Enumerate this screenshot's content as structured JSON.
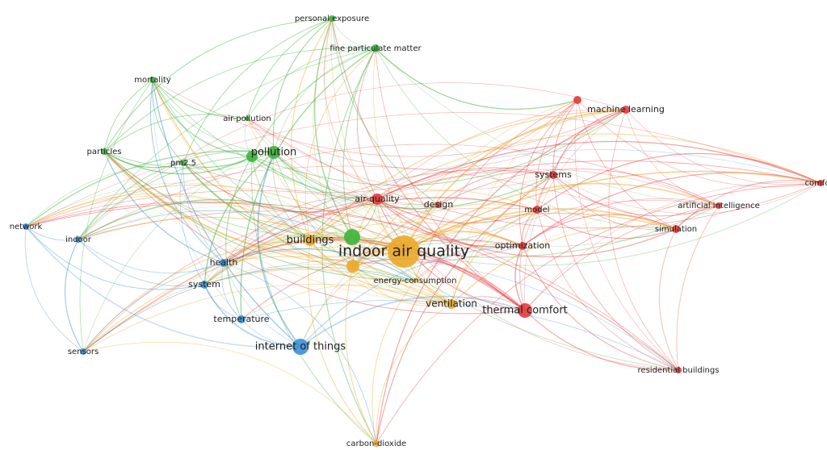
{
  "title": "Keyword co-occurrence network",
  "colors": {
    "green": "#3cb23c",
    "red": "#e03c3c",
    "yellow": "#eaa928",
    "blue": "#3c8fd6"
  },
  "nodes": [
    {
      "id": "personal-exposure",
      "label": "personal exposure",
      "cluster": "green"
    },
    {
      "id": "fine-particulate-matter",
      "label": "fine particulate matter",
      "cluster": "green"
    },
    {
      "id": "mortality",
      "label": "mortality",
      "cluster": "green"
    },
    {
      "id": "air-pollution",
      "label": "air-pollution",
      "cluster": "green"
    },
    {
      "id": "particles",
      "label": "particles",
      "cluster": "green"
    },
    {
      "id": "pm2-5",
      "label": "pm2.5",
      "cluster": "green"
    },
    {
      "id": "pollution",
      "label": "pollution",
      "cluster": "green"
    },
    {
      "id": "green-unlabeled-1",
      "label": "",
      "cluster": "green"
    },
    {
      "id": "green-unlabeled-2",
      "label": "",
      "cluster": "green"
    },
    {
      "id": "red-unlabeled-1",
      "label": "",
      "cluster": "red"
    },
    {
      "id": "machine-learning",
      "label": "machine learning",
      "cluster": "red"
    },
    {
      "id": "systems",
      "label": "systems",
      "cluster": "red"
    },
    {
      "id": "comfort",
      "label": "comfort",
      "cluster": "red"
    },
    {
      "id": "artificial-intelligence",
      "label": "artificial intelligence",
      "cluster": "red"
    },
    {
      "id": "air-quality",
      "label": "air-quality",
      "cluster": "red"
    },
    {
      "id": "design",
      "label": "design",
      "cluster": "red"
    },
    {
      "id": "model",
      "label": "model",
      "cluster": "red"
    },
    {
      "id": "simulation",
      "label": "simulation",
      "cluster": "red"
    },
    {
      "id": "optimization",
      "label": "optimization",
      "cluster": "red"
    },
    {
      "id": "thermal-comfort",
      "label": "thermal comfort",
      "cluster": "red"
    },
    {
      "id": "residential-buildings",
      "label": "residential buildings",
      "cluster": "red"
    },
    {
      "id": "indoor-air-quality",
      "label": "indoor air quality",
      "cluster": "yellow"
    },
    {
      "id": "buildings",
      "label": "buildings",
      "cluster": "yellow"
    },
    {
      "id": "yellow-unlabeled-1",
      "label": "",
      "cluster": "yellow"
    },
    {
      "id": "energy-consumption",
      "label": "energy-consumption",
      "cluster": "yellow"
    },
    {
      "id": "ventilation",
      "label": "ventilation",
      "cluster": "yellow"
    },
    {
      "id": "carbon-dioxide",
      "label": "carbon-dioxide",
      "cluster": "yellow"
    },
    {
      "id": "network",
      "label": "network",
      "cluster": "blue"
    },
    {
      "id": "indoor",
      "label": "indoor",
      "cluster": "blue"
    },
    {
      "id": "health",
      "label": "health",
      "cluster": "blue"
    },
    {
      "id": "system",
      "label": "system",
      "cluster": "blue"
    },
    {
      "id": "temperature",
      "label": "temperature",
      "cluster": "blue"
    },
    {
      "id": "internet-of-things",
      "label": "internet of things",
      "cluster": "blue"
    },
    {
      "id": "sensors",
      "label": "sensors",
      "cluster": "blue"
    }
  ]
}
